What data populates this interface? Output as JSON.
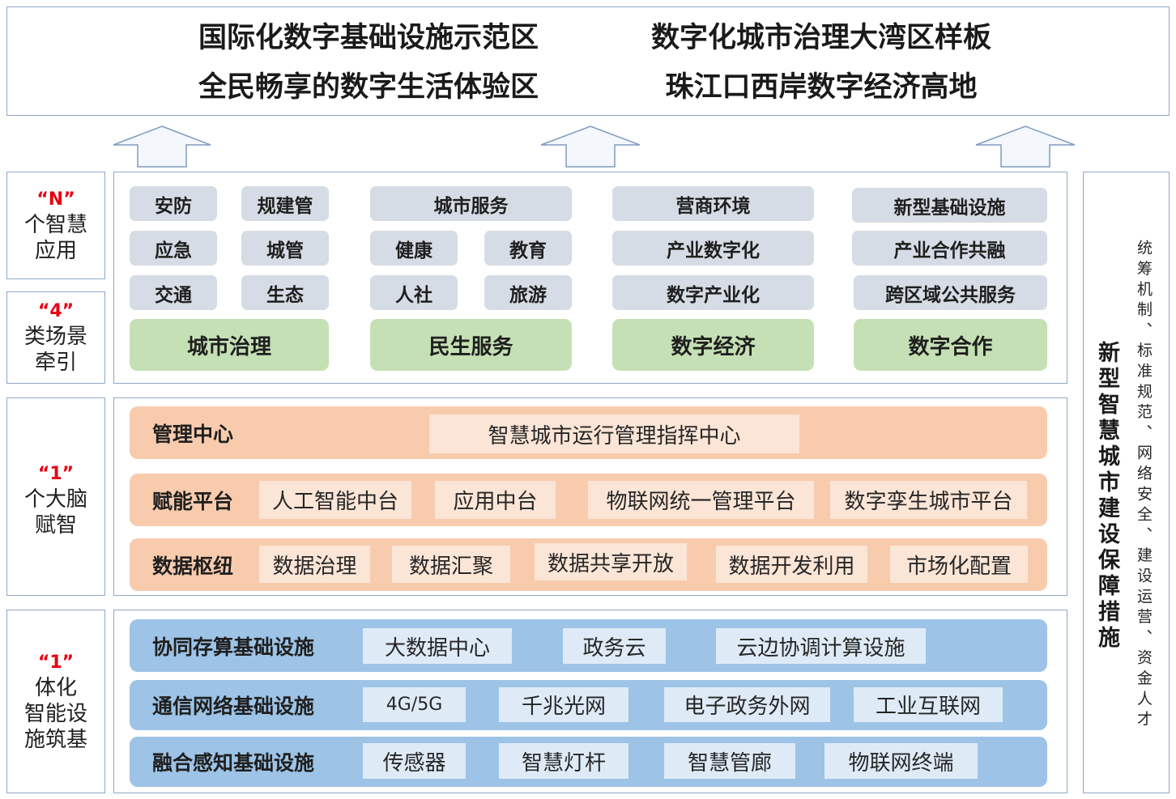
{
  "goals": [
    "国际化数字基础设施示范区",
    "数字化城市治理大湾区样板",
    "全民畅享的数字生活体验区",
    "珠江口西岸数字经济高地"
  ],
  "left_labels": [
    {
      "num": "“N”",
      "lines": [
        "个智慧",
        "应用"
      ]
    },
    {
      "num": "“4”",
      "lines": [
        "类场景",
        "牵引"
      ]
    },
    {
      "num": "“1”",
      "lines": [
        "个大脑",
        "赋智"
      ]
    },
    {
      "num": "“1”",
      "lines": [
        "体化",
        "智能设",
        "施筑基"
      ]
    }
  ],
  "scenes": [
    {
      "category": "城市治理",
      "items": [
        "安防",
        "规建管",
        "应急",
        "城管",
        "交通",
        "生态"
      ]
    },
    {
      "category": "民生服务",
      "items": [
        "城市服务",
        "健康",
        "教育",
        "人社",
        "旅游"
      ]
    },
    {
      "category": "数字经济",
      "items": [
        "营商环境",
        "产业数字化",
        "数字产业化"
      ]
    },
    {
      "category": "数字合作",
      "items": [
        "新型基础设施",
        "产业合作共融",
        "跨区域公共服务"
      ]
    }
  ],
  "brain": [
    {
      "label": "管理中心",
      "items": [
        "智慧城市运行管理指挥中心"
      ]
    },
    {
      "label": "赋能平台",
      "items": [
        "人工智能中台",
        "应用中台",
        "物联网统一管理平台",
        "数字孪生城市平台"
      ]
    },
    {
      "label": "数据枢纽",
      "items": [
        "数据治理",
        "数据汇聚",
        "数据共享开放",
        "数据开发利用",
        "市场化配置"
      ]
    }
  ],
  "infrastructure": [
    {
      "label": "协同存算基础设施",
      "items": [
        "大数据中心",
        "政务云",
        "云边协调计算设施"
      ]
    },
    {
      "label": "通信网络基础设施",
      "items": [
        "4G/5G",
        "千兆光网",
        "电子政务外网",
        "工业互联网"
      ]
    },
    {
      "label": "融合感知基础设施",
      "items": [
        "传感器",
        "智慧灯杆",
        "智慧管廊",
        "物联网终端"
      ]
    }
  ],
  "safeguards": {
    "title": "新型智慧城市建设保障措施",
    "measures": "统筹机制、标准规范、网络安全、建设运营、资金人才"
  },
  "colors": {
    "scene_tag": "#D6DCE5",
    "scene_category": "#C5E0B4",
    "brain_row": "#F8CBAD",
    "brain_item": "#FBE5D6",
    "infra_row": "#9DC3E6",
    "infra_item": "#DEEBF7",
    "number_highlight": "#E60012",
    "frame_border": "#8EA8C8"
  }
}
